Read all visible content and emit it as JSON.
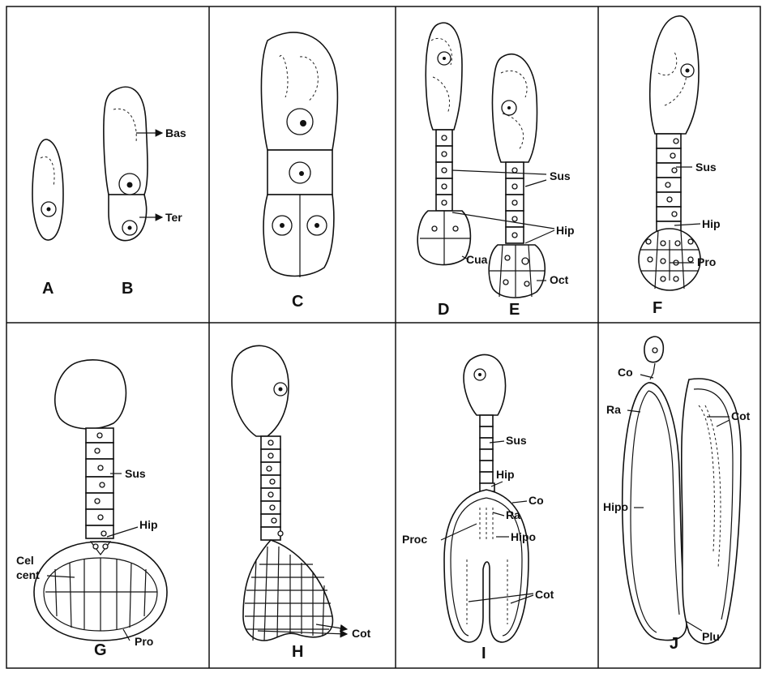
{
  "labels": {
    "bas": "Bas",
    "ter": "Ter",
    "sus": "Sus",
    "hip": "Hip",
    "cua": "Cua",
    "oct": "Oct",
    "pro": "Pro",
    "cel": "Cel",
    "cent": "cent",
    "cot": "Cot",
    "co": "Co",
    "ra": "Ra",
    "proc": "Proc",
    "hipo": "Hipo",
    "plu": "Plu"
  },
  "panels": {
    "a": "A",
    "b": "B",
    "c": "C",
    "d": "D",
    "e": "E",
    "f": "F",
    "g": "G",
    "h": "H",
    "i": "I",
    "j": "J"
  }
}
